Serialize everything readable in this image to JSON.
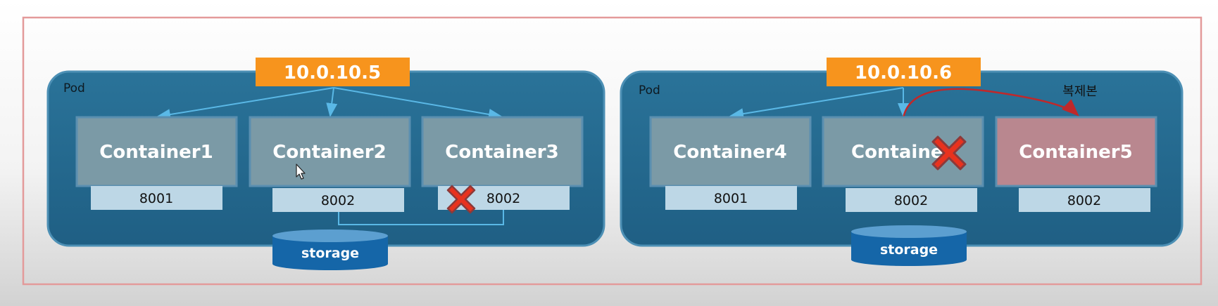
{
  "pods": [
    {
      "title": "Pod",
      "ip": "10.0.10.5",
      "storage": "storage",
      "containers": [
        {
          "name": "Container1",
          "port": "8001"
        },
        {
          "name": "Container2",
          "port": "8002"
        },
        {
          "name": "Container3",
          "port": "8002"
        }
      ]
    },
    {
      "title": "Pod",
      "ip": "10.0.10.6",
      "storage": "storage",
      "replica_label": "복제본",
      "containers": [
        {
          "name": "Container4",
          "port": "8001"
        },
        {
          "name": "Containe",
          "port": "8002"
        },
        {
          "name": "Container5",
          "port": "8002"
        }
      ]
    }
  ],
  "colors": {
    "frame": "#e39a9a",
    "pod_fill": "#23698f",
    "pod_border": "#4d90b5",
    "ip_fill": "#f7941d",
    "container_fill": "#7b9aa6",
    "container_border": "#5a8fb0",
    "replica_fill": "#b9878f",
    "port_fill": "#bdd7e6",
    "storage_fill": "#1566a8",
    "arrow": "#5ab8e6",
    "replica_arrow": "#c0282a",
    "fail_mark": "#e8321e"
  }
}
